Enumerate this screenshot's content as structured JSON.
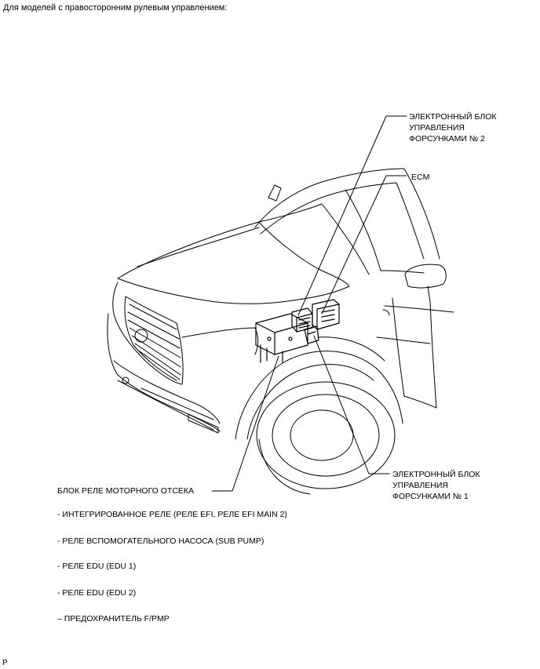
{
  "header": "Для моделей с правосторонним рулевым управлением:",
  "labels": {
    "edu2": [
      "ЭЛЕКТРОННЫЙ БЛОК",
      "УПРАВЛЕНИЯ",
      "ФОРСУНКАМИ № 2"
    ],
    "ecm": "ECM",
    "edu1": [
      "ЭЛЕКТРОННЫЙ БЛОК",
      "УПРАВЛЕНИЯ",
      "ФОРСУНКАМИ № 1"
    ],
    "relay_block": "БЛОК РЕЛЕ МОТОРНОГО ОТСЕКА"
  },
  "relay_items": [
    "- ИНТЕГРИРОВАННОЕ РЕЛЕ (РЕЛЕ EFI, РЕЛЕ EFI MAIN 2)",
    "- РЕЛЕ ВСПОМОГАТЕЛЬНОГО НАСОСА (SUB PUMP)",
    "- РЕЛЕ EDU (EDU 1)",
    "- РЕЛЕ EDU (EDU 2)",
    "– ПРЕДОХРАНИТЕЛЬ F/PMP"
  ],
  "footer": "P"
}
